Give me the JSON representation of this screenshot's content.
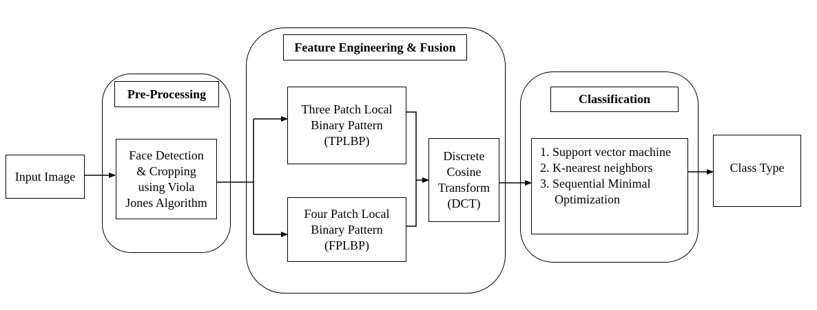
{
  "input": {
    "label": "Input Image"
  },
  "preprocessing": {
    "title": "Pre-Processing",
    "box_lines": [
      "Face Detection",
      "& Cropping",
      "using Viola",
      "Jones Algorithm"
    ]
  },
  "feature": {
    "title": "Feature Engineering & Fusion",
    "tplbp_lines": [
      "Three Patch Local",
      "Binary Pattern",
      "(TPLBP)"
    ],
    "fplbp_lines": [
      "Four Patch Local",
      "Binary Pattern",
      "(FPLBP)"
    ],
    "dct_lines": [
      "Discrete",
      "Cosine",
      "Transform",
      "(DCT)"
    ]
  },
  "classification": {
    "title": "Classification",
    "methods": [
      "1. Support vector machine",
      "2. K-nearest neighbors",
      "3. Sequential Minimal",
      "Optimization"
    ]
  },
  "output": {
    "label": "Class Type"
  }
}
